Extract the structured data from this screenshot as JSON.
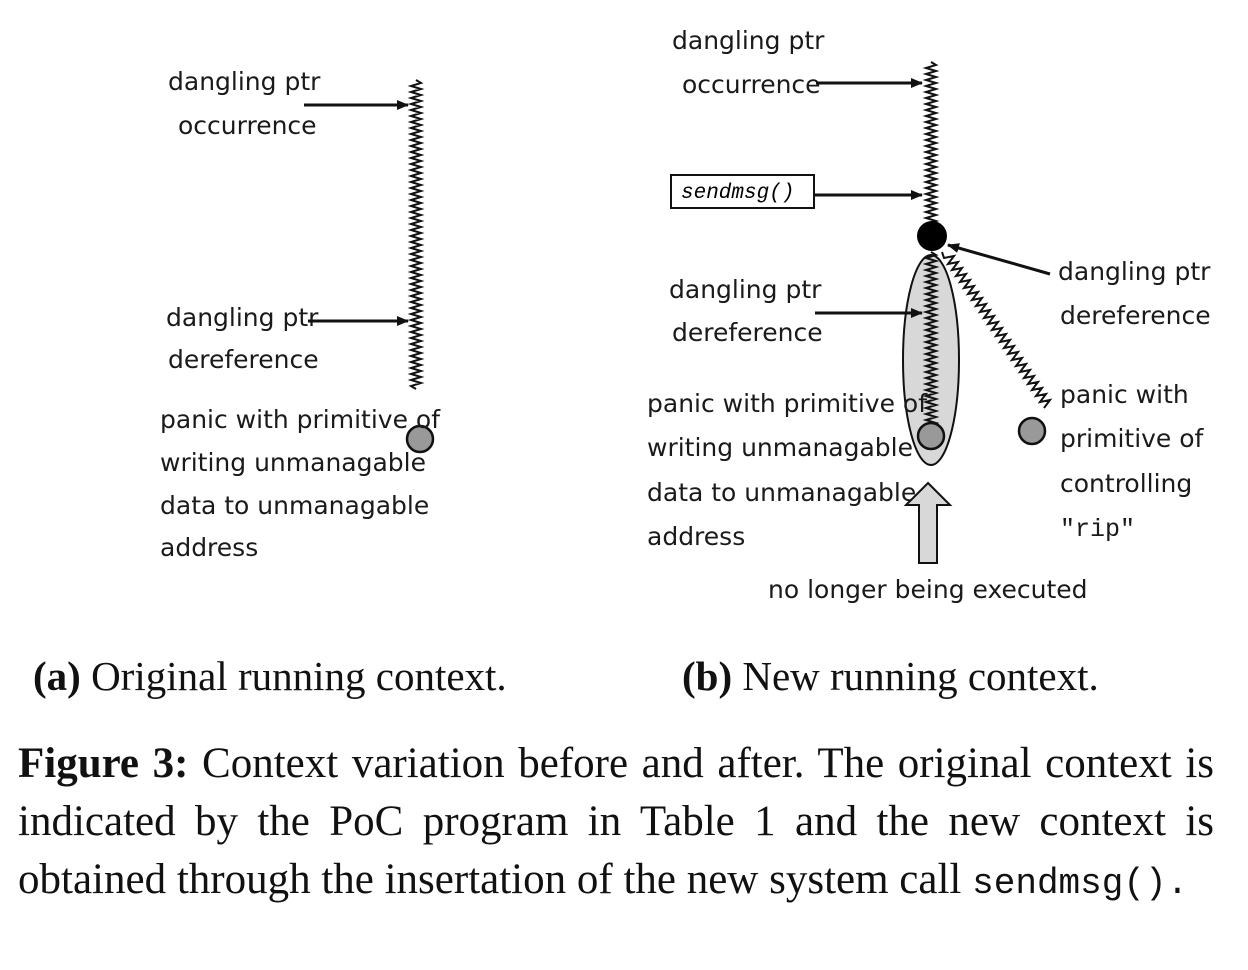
{
  "panel_a": {
    "label_occurrence_1": "dangling ptr",
    "label_occurrence_2": "occurrence",
    "label_deref_1": "dangling ptr",
    "label_deref_2": "dereference",
    "label_panic_1": "panic with primitive of",
    "label_panic_2": "writing unmanagable",
    "label_panic_3": "data to unmanagable",
    "label_panic_4": "address",
    "subcaption_tag": "(a)",
    "subcaption_text": " Original running context."
  },
  "panel_b": {
    "label_occurrence_1": "dangling ptr",
    "label_occurrence_2": "occurrence",
    "label_syscall": "sendmsg()",
    "label_deref_left_1": "dangling ptr",
    "label_deref_left_2": "dereference",
    "label_deref_right_1": "dangling ptr",
    "label_deref_right_2": "dereference",
    "label_panic_left_1": "panic with primitive of",
    "label_panic_left_2": "writing unmanagable",
    "label_panic_left_3": "data to unmanagable",
    "label_panic_left_4": "address",
    "label_panic_right_1": "panic with",
    "label_panic_right_2": "primitive of",
    "label_panic_right_3": "controlling",
    "label_panic_right_4": "\"rip\"",
    "label_not_executed": "no longer being executed",
    "subcaption_tag": "(b)",
    "subcaption_text": " New running context."
  },
  "caption": {
    "figure_label": "Figure 3:",
    "text": " Context variation before and after. The original context is indicated by the PoC program in Table 1 and the new context is obtained through the insertation of the new system call ",
    "code": "sendmsg().",
    "hyphenated_word": "con-text"
  }
}
